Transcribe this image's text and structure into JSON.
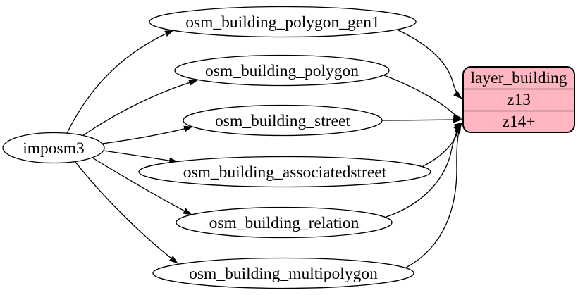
{
  "diagram": {
    "source": {
      "label": "imposm3"
    },
    "tables": [
      {
        "label": "osm_building_polygon_gen1"
      },
      {
        "label": "osm_building_polygon"
      },
      {
        "label": "osm_building_street"
      },
      {
        "label": "osm_building_associatedstreet"
      },
      {
        "label": "osm_building_relation"
      },
      {
        "label": "osm_building_multipolygon"
      }
    ],
    "layer": {
      "title": "layer_building",
      "rows": [
        "z13",
        "z14+"
      ],
      "fill": "#ffb6c1"
    },
    "edges": [
      {
        "from": "imposm3",
        "to": "osm_building_polygon_gen1"
      },
      {
        "from": "imposm3",
        "to": "osm_building_polygon"
      },
      {
        "from": "imposm3",
        "to": "osm_building_street"
      },
      {
        "from": "imposm3",
        "to": "osm_building_associatedstreet"
      },
      {
        "from": "imposm3",
        "to": "osm_building_relation"
      },
      {
        "from": "imposm3",
        "to": "osm_building_multipolygon"
      },
      {
        "from": "osm_building_polygon_gen1",
        "to": "layer_building.z13"
      },
      {
        "from": "osm_building_polygon",
        "to": "layer_building.z14+"
      },
      {
        "from": "osm_building_street",
        "to": "layer_building.z14+"
      },
      {
        "from": "osm_building_associatedstreet",
        "to": "layer_building.z14+"
      },
      {
        "from": "osm_building_relation",
        "to": "layer_building.z14+"
      },
      {
        "from": "osm_building_multipolygon",
        "to": "layer_building.z14+"
      }
    ],
    "colors": {
      "edge": "#000000",
      "node_fill": "#ffffff",
      "node_stroke": "#000000"
    }
  }
}
